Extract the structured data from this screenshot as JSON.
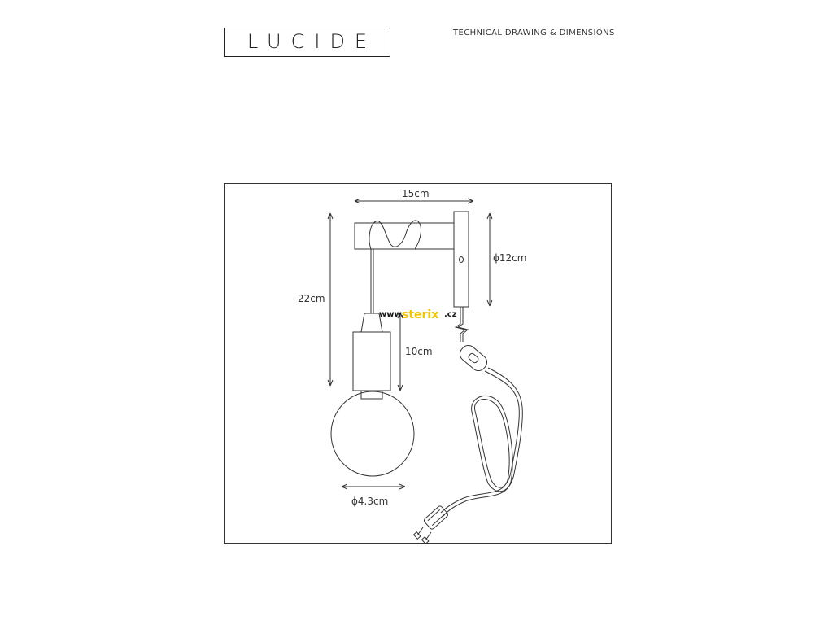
{
  "logo": {
    "text": "LUCIDE"
  },
  "header": {
    "title": "TECHNICAL DRAWING & DIMENSIONS"
  },
  "watermark": {
    "prefix": "www.",
    "brand": "sterix",
    "suffix": ".cz"
  },
  "dimensions": {
    "width": "15cm",
    "height": "22cm",
    "base_diameter": "ϕ12cm",
    "holder_length": "10cm",
    "bulb_diameter": "ϕ4.3cm"
  },
  "colors": {
    "line": "#333333",
    "watermark_brand": "#f5c400"
  }
}
